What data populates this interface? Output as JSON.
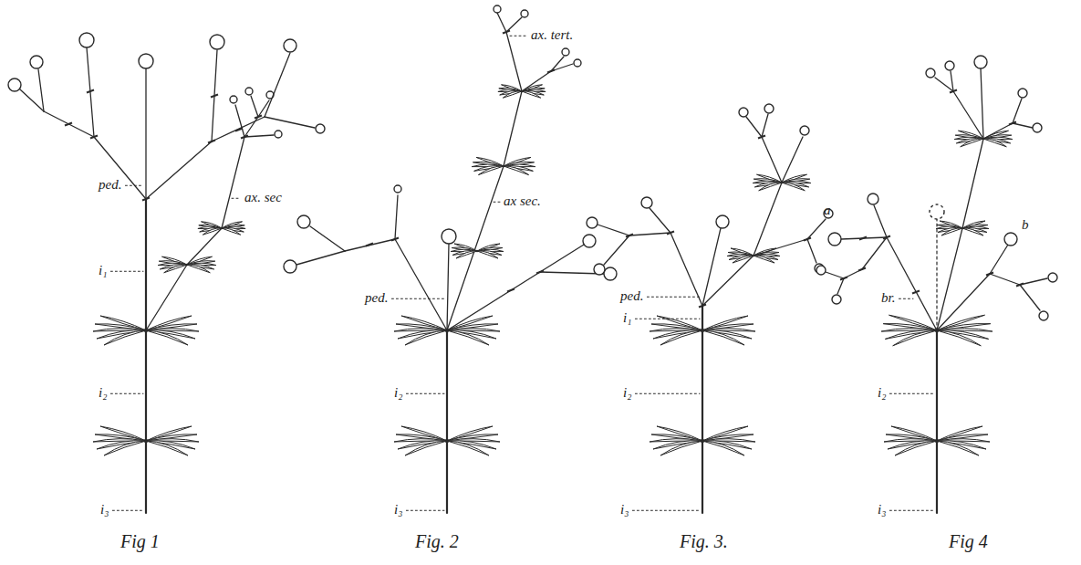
{
  "diagram": {
    "labels": [
      "ped.",
      "ax. sec",
      "i₁",
      "i₂",
      "i₃",
      "Fig 1",
      "ax. tert.",
      "ax sec.",
      "ped.",
      "i₂",
      "i₃",
      "Fig. 2",
      "ped.",
      "i₁",
      "i₂",
      "i₃",
      "Fig. 3.",
      "a",
      "b",
      "br.",
      "i₂",
      "i₃",
      "Fig 4"
    ]
  }
}
